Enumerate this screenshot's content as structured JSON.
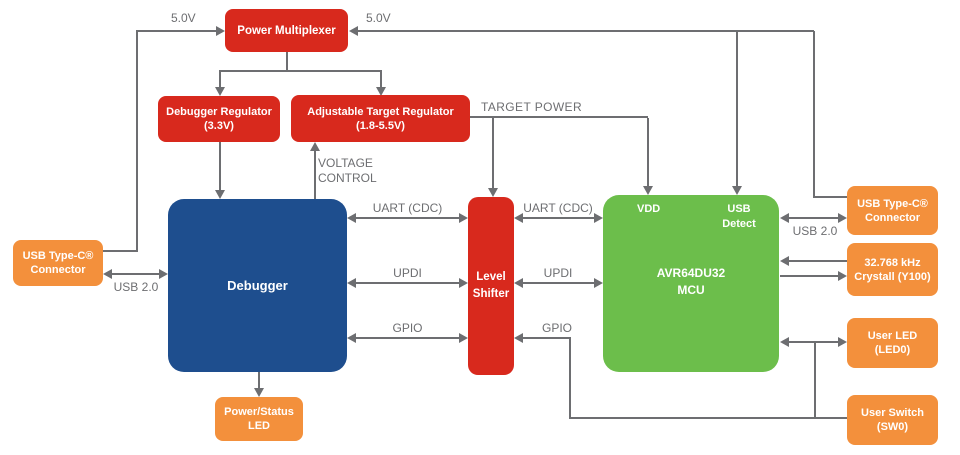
{
  "colors": {
    "block_red": "#D8291D",
    "block_blue": "#1E4E8E",
    "block_green": "#6CBE4B",
    "block_orange": "#F3903C",
    "wire_gray": "#6D6E71",
    "background": "#FFFFFF"
  },
  "blocks": {
    "power_multiplexer": {
      "label": "Power Multiplexer"
    },
    "debugger_regulator": {
      "line1": "Debugger Regulator",
      "line2": "(3.3V)"
    },
    "adjustable_target_regulator": {
      "line1": "Adjustable Target Regulator",
      "line2": "(1.8-5.5V)"
    },
    "debugger": {
      "label": "Debugger"
    },
    "level_shifter": {
      "line1": "Level",
      "line2": "Shifter"
    },
    "mcu": {
      "vdd": "VDD",
      "usb_detect_line1": "USB",
      "usb_detect_line2": "Detect",
      "name_line1": "AVR64DU32",
      "name_line2": "MCU"
    },
    "usb_connector_left": {
      "line1": "USB Type-C®",
      "line2": "Connector"
    },
    "usb_connector_right": {
      "line1": "USB Type-C®",
      "line2": "Connector"
    },
    "crystal": {
      "line1": "32.768 kHz",
      "line2": "Crystall (Y100)"
    },
    "user_led": {
      "line1": "User LED",
      "line2": "(LED0)"
    },
    "user_switch": {
      "line1": "User Switch",
      "line2": "(SW0)"
    },
    "power_status_led": {
      "line1": "Power/Status",
      "line2": "LED"
    }
  },
  "wire_labels": {
    "v50_left": "5.0V",
    "v50_right": "5.0V",
    "target_power": "TARGET POWER",
    "voltage_control_line1": "VOLTAGE",
    "voltage_control_line2": "CONTROL",
    "uart_left": "UART (CDC)",
    "uart_right": "UART (CDC)",
    "updi_left": "UPDI",
    "updi_right": "UPDI",
    "gpio_left": "GPIO",
    "gpio_right": "GPIO",
    "usb20_left": "USB 2.0",
    "usb20_right": "USB 2.0"
  }
}
